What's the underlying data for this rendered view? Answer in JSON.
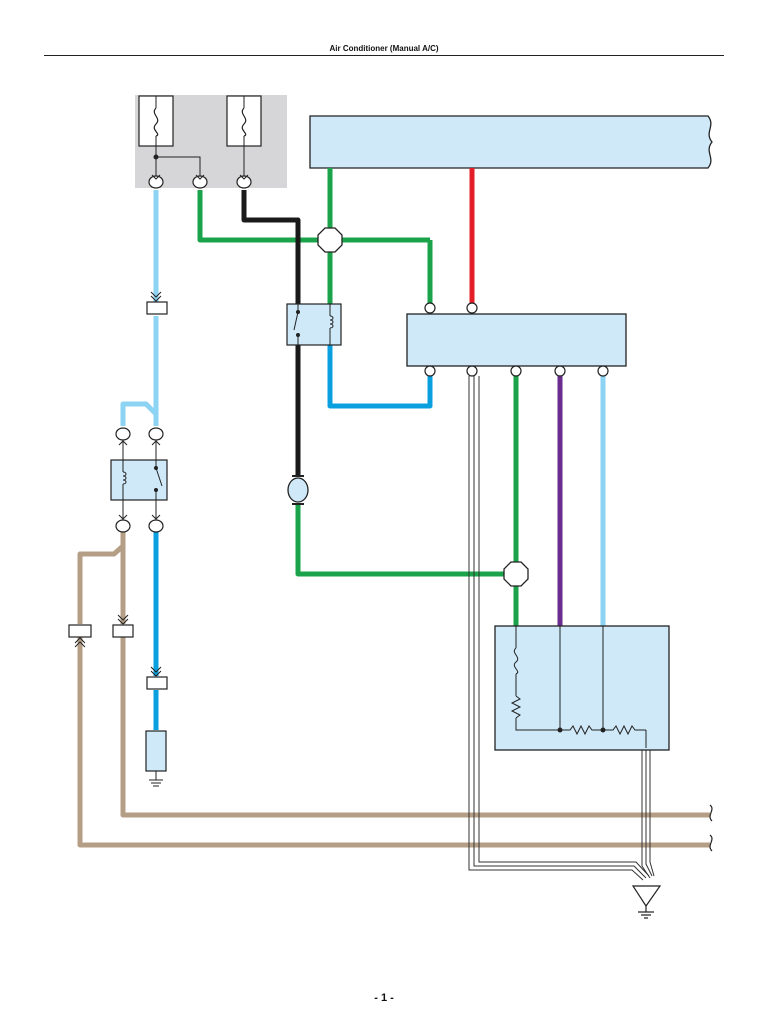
{
  "header": {
    "title": "Air Conditioner (Manual A/C)"
  },
  "footer": {
    "page_number": "- 1 -"
  },
  "colors": {
    "module_fill": "#cfe9f8",
    "junction_block": "#d6d6d8",
    "wire_green": "#1aa34a",
    "wire_black": "#1a1a1a",
    "wire_red": "#e41e26",
    "wire_blue": "#0aa0e0",
    "wire_light_blue": "#8dd3f4",
    "wire_purple": "#6a2c8e",
    "wire_tan": "#b49f86",
    "shield_wire": "#333333"
  },
  "components": {
    "fuses": [
      "fuse-left-icon",
      "fuse-right-icon"
    ],
    "relays": [
      "blower-relay",
      "heater-relay"
    ],
    "motor": "blower-motor-icon",
    "ground": [
      "ground-left-icon",
      "ground-right-icon"
    ]
  }
}
